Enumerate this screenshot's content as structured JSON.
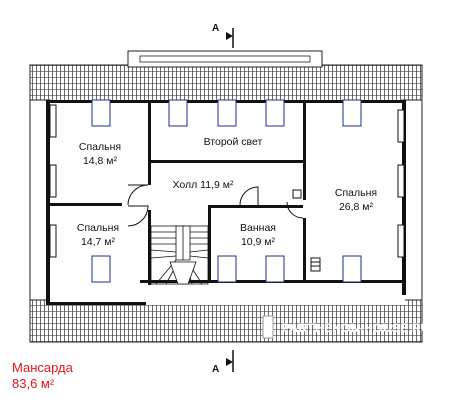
{
  "plan": {
    "rooms": [
      {
        "id": "bedroom-1",
        "name": "Спальня",
        "area": "14,8 м²"
      },
      {
        "id": "second-light",
        "name": "Второй свет",
        "area": ""
      },
      {
        "id": "hall",
        "name": "Холл 11,9 м²",
        "area": ""
      },
      {
        "id": "bedroom-2",
        "name": "Спальня",
        "area": "26,8 м²"
      },
      {
        "id": "bedroom-3",
        "name": "Спальня",
        "area": "14,7 м²"
      },
      {
        "id": "bathroom",
        "name": "Ванная",
        "area": "10,9 м²"
      }
    ],
    "section_marks": [
      "А",
      "А"
    ],
    "watermark": "PARTHENON-HOUSE.RU"
  },
  "caption": {
    "floor_name": "Мансарда",
    "floor_area": "83,6 м²"
  }
}
